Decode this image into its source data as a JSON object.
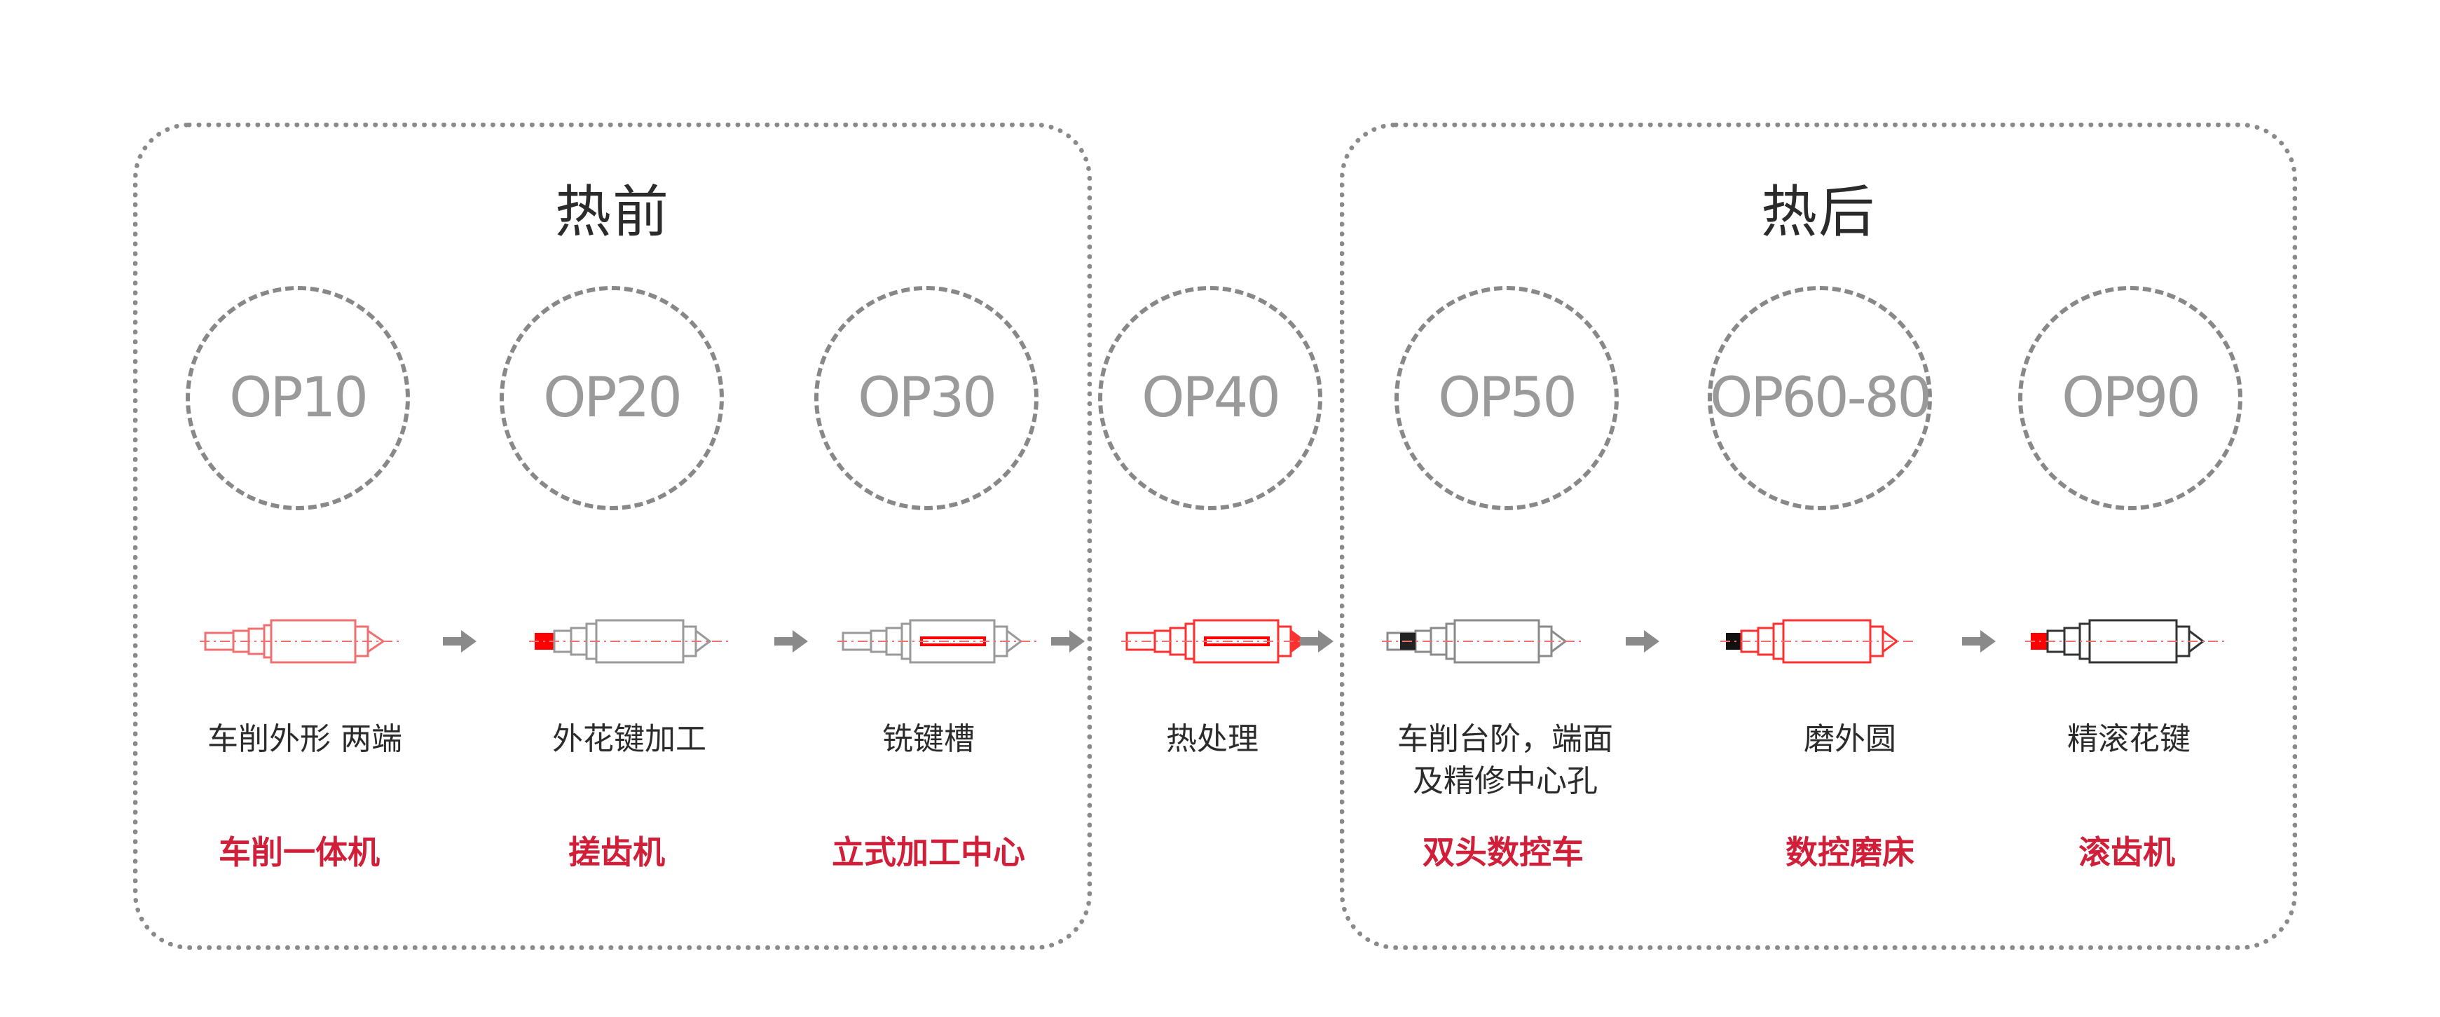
{
  "groups": {
    "pre": {
      "title": "热前"
    },
    "post": {
      "title": "热后"
    }
  },
  "stages": [
    {
      "op": "OP10",
      "desc": "车削外形 两端",
      "machine": "车削一体机"
    },
    {
      "op": "OP20",
      "desc": "外花键加工",
      "machine": "搓齿机"
    },
    {
      "op": "OP30",
      "desc": "铣键槽",
      "machine": "立式加工中心"
    },
    {
      "op": "OP40",
      "desc": "热处理",
      "machine": ""
    },
    {
      "op": "OP50",
      "desc": "车削台阶，端面\n及精修中心孔",
      "machine": "双头数控车"
    },
    {
      "op": "OP60-80",
      "desc": "磨外圆",
      "machine": "数控磨床"
    },
    {
      "op": "OP90",
      "desc": "精滚花键",
      "machine": "滚齿机"
    }
  ],
  "colors": {
    "accent": "#d11f3a",
    "highlight": "#ff0000",
    "outline": "#888888"
  }
}
